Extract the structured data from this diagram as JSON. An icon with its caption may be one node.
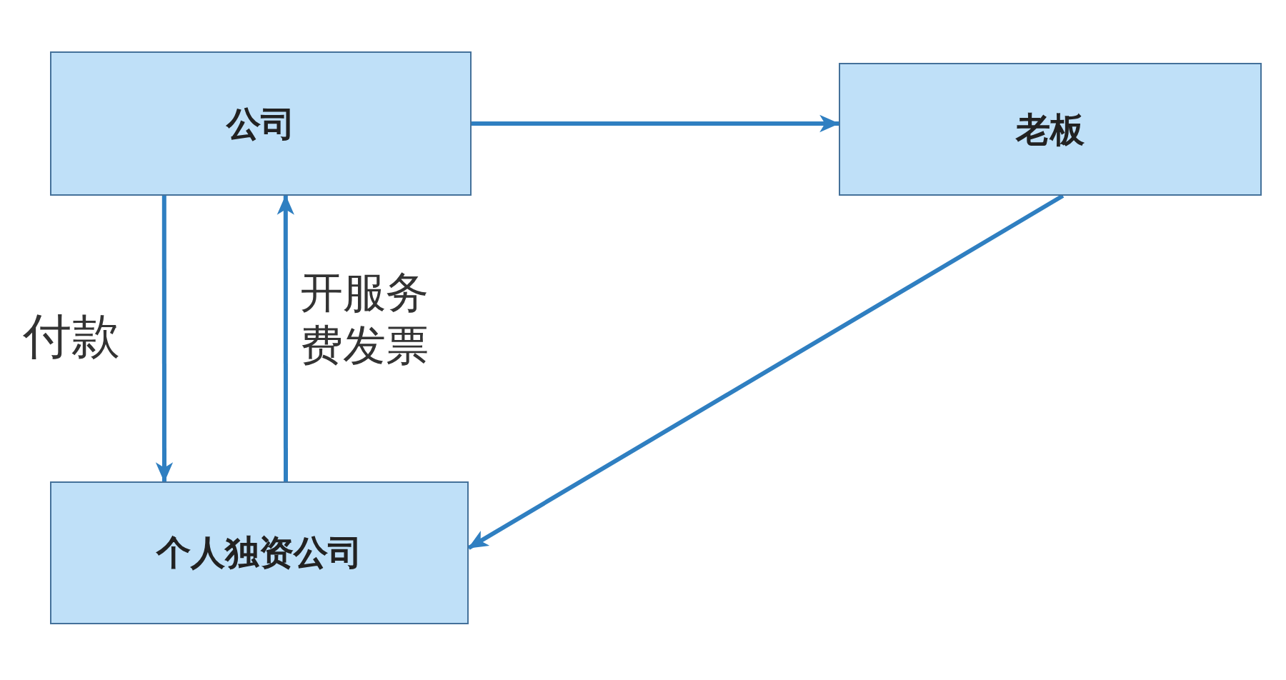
{
  "diagram": {
    "nodes": [
      {
        "text": [
          "公司"
        ]
      },
      {
        "text": [
          "老板"
        ]
      },
      {
        "text": [
          "个人独资公司"
        ]
      }
    ],
    "edges": [
      {
        "from": 0,
        "to": 1,
        "arrow": "to"
      },
      {
        "from": 0,
        "to": 2,
        "arrow": "to",
        "label": "付款"
      },
      {
        "from": 2,
        "to": 0,
        "arrow": "to",
        "label": "开服务费发票"
      },
      {
        "from": 1,
        "to": 2,
        "arrow": "to"
      }
    ]
  }
}
